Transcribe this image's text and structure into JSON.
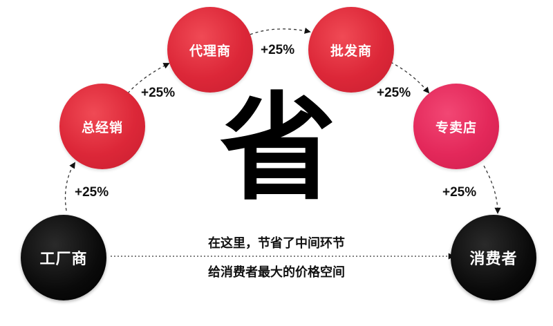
{
  "nodes": {
    "factory": {
      "label": "工厂商",
      "color": "#000000"
    },
    "general_distributor": {
      "label": "总经销",
      "color": "#dc2738"
    },
    "agent": {
      "label": "代理商",
      "color": "#dc2738"
    },
    "wholesaler": {
      "label": "批发商",
      "color": "#dc2738"
    },
    "specialty_store": {
      "label": "专卖店",
      "color": "#e3285a"
    },
    "consumer": {
      "label": "消费者",
      "color": "#000000"
    }
  },
  "markups": [
    "+25%",
    "+25%",
    "+25%",
    "+25%",
    "+25%"
  ],
  "center_character": "省",
  "caption": {
    "line1": "在这里，节省了中间环节",
    "line2": "给消费者最大的价格空间"
  }
}
